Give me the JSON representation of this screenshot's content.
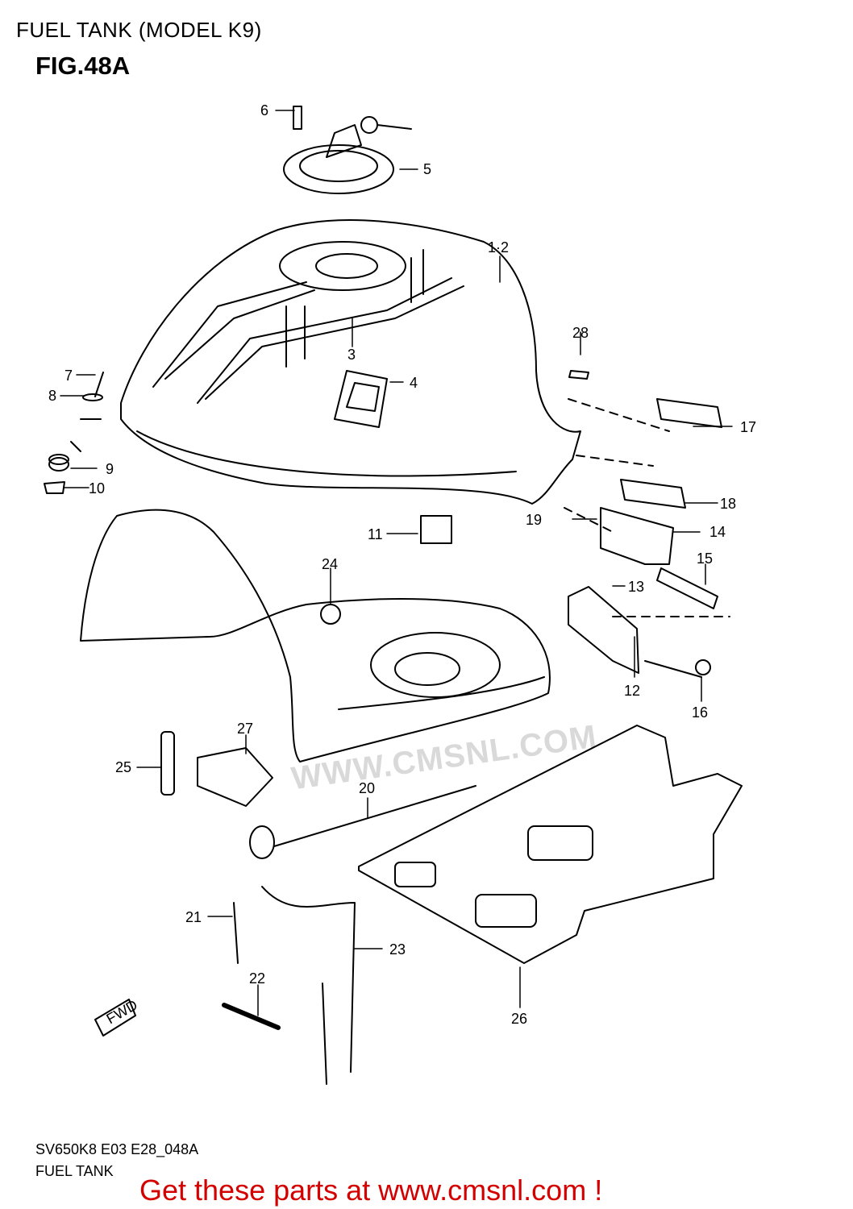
{
  "header": {
    "title": "FUEL TANK (MODEL K9)",
    "figure": "FIG.48A"
  },
  "watermark": "WWW.CMSNL.COM",
  "callouts": {
    "c1_2": "1·2",
    "c3": "3",
    "c4": "4",
    "c5": "5",
    "c6": "6",
    "c7": "7",
    "c8": "8",
    "c9": "9",
    "c10": "10",
    "c11": "11",
    "c12": "12",
    "c13": "13",
    "c14": "14",
    "c15": "15",
    "c16": "16",
    "c17": "17",
    "c18": "18",
    "c19": "19",
    "c20": "20",
    "c21": "21",
    "c22": "22",
    "c23": "23",
    "c24": "24",
    "c25": "25",
    "c26": "26",
    "c27": "27",
    "c28": "28"
  },
  "fwd_arrow": "FWD",
  "footer": {
    "code": "SV650K8 E03 E28_048A",
    "name": "FUEL TANK"
  },
  "cta": {
    "text": "Get these parts at www.cmsnl.com !",
    "color": "#d40000"
  }
}
